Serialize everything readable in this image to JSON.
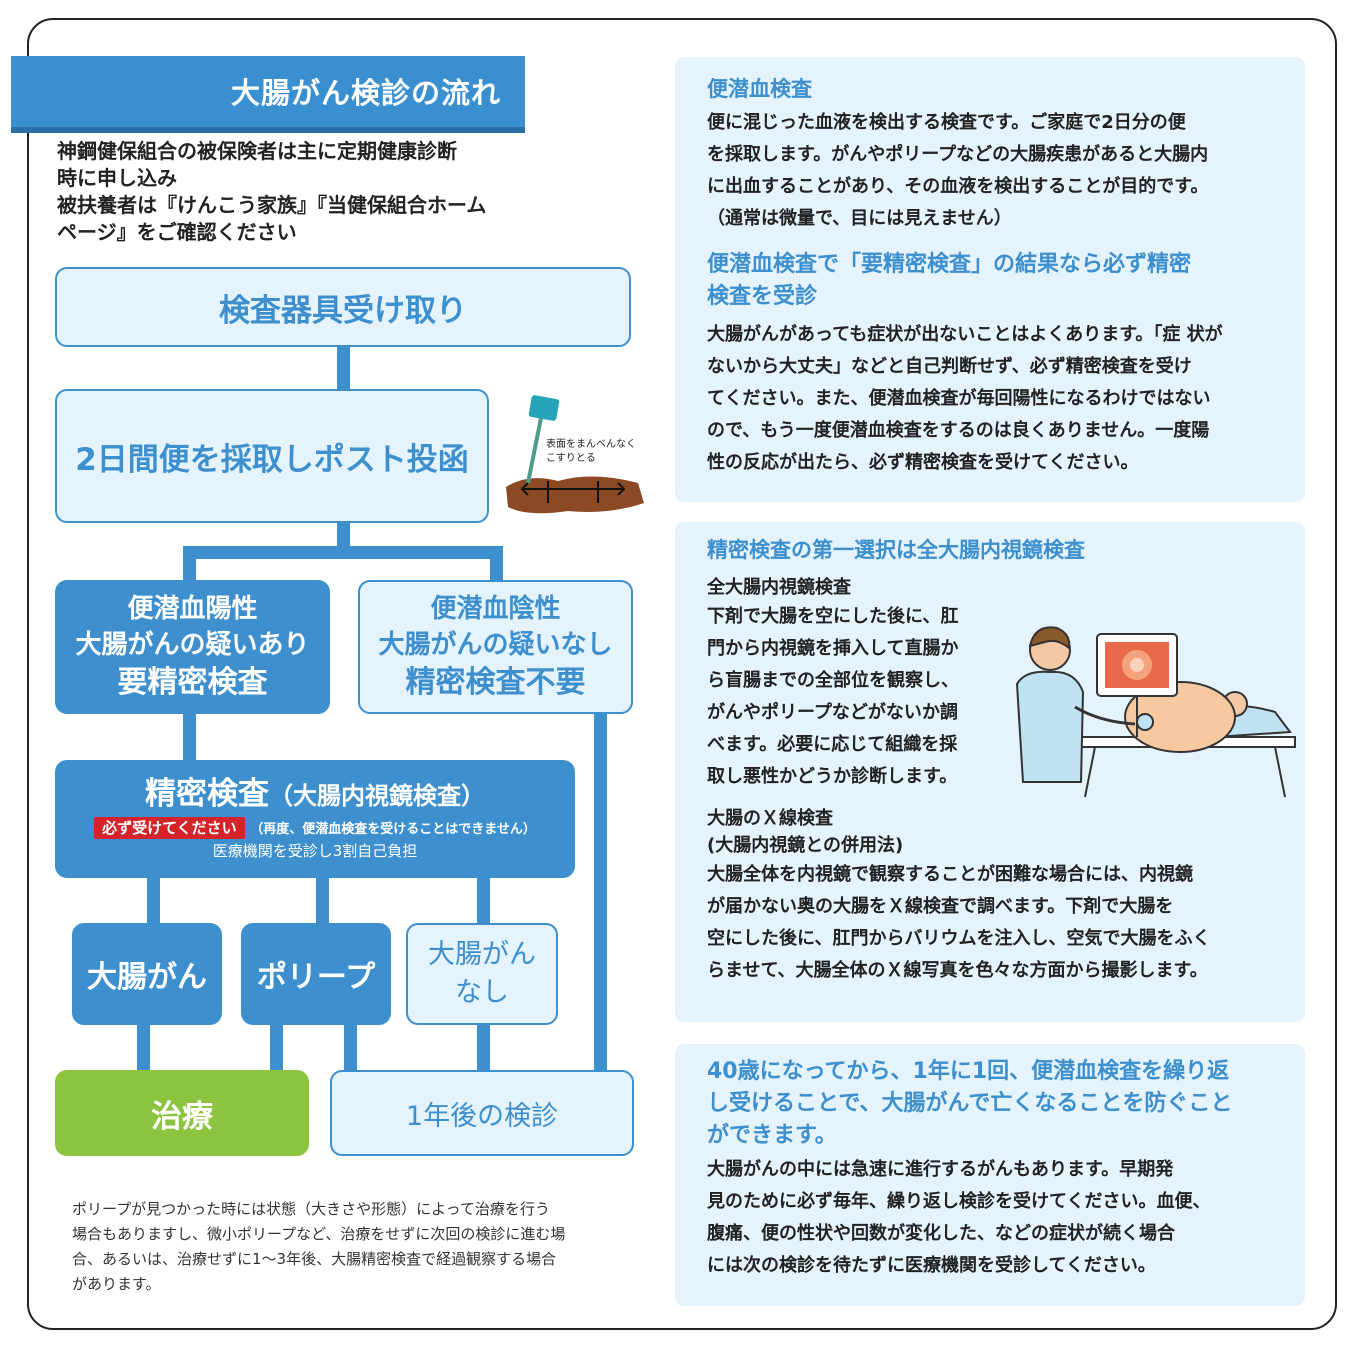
{
  "title": "大腸がん検診の流れ",
  "intro_lines": [
    "神鋼健保組合の被保険者は主に定期健康診断",
    "時に申し込み",
    "被扶養者は『けんこう家族』『当健保組合ホーム",
    "ページ』をご確認ください"
  ],
  "flow": {
    "step1": "検査器具受け取り",
    "step2": "2日間便を採取しポスト投函",
    "illustration_caption": [
      "表面をまんべんなく",
      "こすりとる"
    ],
    "positive": [
      "便潜血陽性",
      "大腸がんの疑いあり",
      "要精密検査"
    ],
    "negative": [
      "便潜血陰性",
      "大腸がんの疑いなし",
      "精密検査不要"
    ],
    "precise_title": "精密検査",
    "precise_title_sub": "（大腸内視鏡検査）",
    "must_tag": "必ず受けてください",
    "must_note": "（再度、便潜血検査を受けることはできません）",
    "cost_note": "医療機関を受診し3割自己負担",
    "result_cancer": "大腸がん",
    "result_polyp": "ポリープ",
    "result_none": [
      "大腸がん",
      "なし"
    ],
    "treatment": "治療",
    "next_year": "1年後の検診"
  },
  "footnote_lines": [
    "ポリープが見つかった時には状態（大きさや形態）によって治療を行う",
    "場合もありますし、微小ポリープなど、治療をせずに次回の検診に進む場",
    "合、あるいは、治療せずに1～3年後、大腸精密検査で経過観察する場合",
    "があります。"
  ],
  "panel1": {
    "heading1": "便潜血検査",
    "text1": [
      "便に混じった血液を検出する検査です。ご家庭で2日分の便",
      "を採取します。がんやポリープなどの大腸疾患があると大腸内",
      "に出血することがあり、その血液を検出することが目的です。",
      "（通常は微量で、目には見えません）"
    ],
    "heading2": [
      "便潜血検査で「要精密検査」の結果なら必ず精密",
      "検査を受診"
    ],
    "text2": [
      "大腸がんがあっても症状が出ないことはよくあります。「症 状が",
      "ないから大丈夫」などと自己判断せず、必ず精密検査を受け",
      "てください。また、便潜血検査が毎回陽性になるわけではない",
      "ので、もう一度便潜血検査をするのは良くありません。一度陽",
      "性の反応が出たら、必ず精密検査を受けてください。"
    ]
  },
  "panel2": {
    "heading": "精密検査の第一選択は全大腸内視鏡検査",
    "sub1": "全大腸内視鏡検査",
    "text1": [
      "下剤で大腸を空にした後に、肛",
      "門から内視鏡を挿入して直腸か",
      "ら盲腸までの全部位を観察し、",
      "がんやポリープなどがないか調",
      "べます。必要に応じて組織を採",
      "取し悪性かどうか診断します。"
    ],
    "sub2": [
      "大腸のＸ線検査",
      "(大腸内視鏡との併用法)"
    ],
    "text2": [
      "大腸全体を内視鏡で観察することが困難な場合には、内視鏡",
      "が届かない奥の大腸をＸ線検査で調べます。下剤で大腸を",
      "空にした後に、肛門からバリウムを注入し、空気で大腸をふく",
      "らませて、大腸全体のＸ線写真を色々な方面から撮影します。"
    ]
  },
  "panel3": {
    "heading": [
      "40歳になってから、1年に1回、便潜血検査を繰り返",
      "し受けることで、大腸がんで亡くなることを防ぐこと",
      "ができます。"
    ],
    "text": [
      "大腸がんの中には急速に進行するがんもあります。早期発",
      "見のために必ず毎年、繰り返し検診を受けてください。血便、",
      "腹痛、便の性状や回数が変化した、などの症状が続く場合",
      "には次の検診を待たずに医療機関を受診してください。"
    ]
  },
  "colors": {
    "accent": "#3d8fce",
    "light_box": "#e4f3fc",
    "green": "#8cc43f",
    "red": "#d4232b"
  }
}
